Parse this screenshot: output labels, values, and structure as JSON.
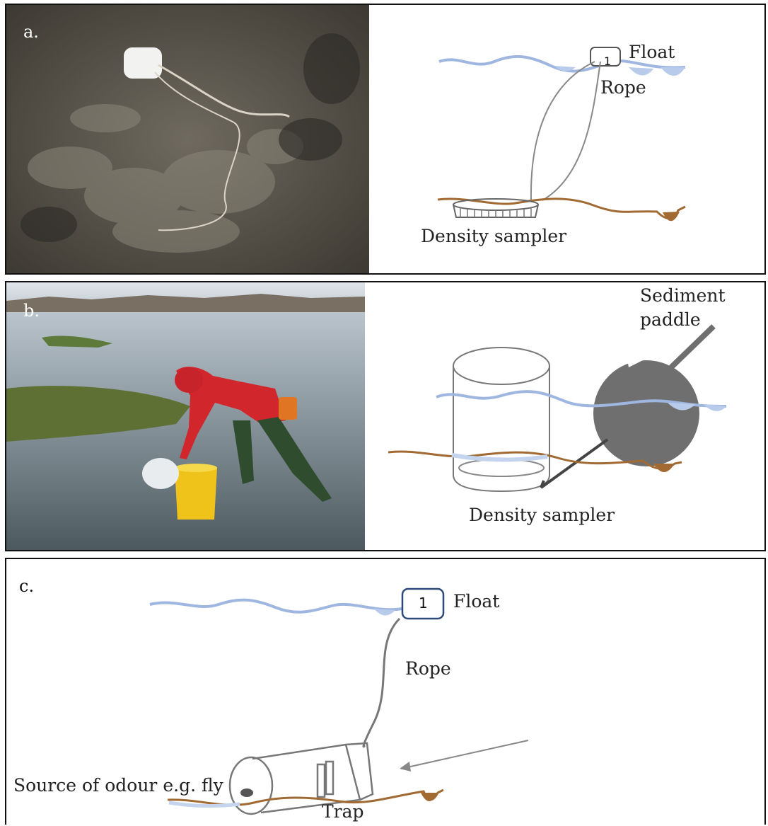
{
  "figure": {
    "panel_a": {
      "letter": "a.",
      "float_number": "1",
      "labels": {
        "float": "Float",
        "rope": "Rope",
        "density_sampler": "Density sampler"
      }
    },
    "panel_b": {
      "letter": "b.",
      "labels": {
        "sediment_paddle_line1": "Sediment",
        "sediment_paddle_line2": "paddle",
        "density_sampler": "Density sampler"
      }
    },
    "panel_c": {
      "letter": "c.",
      "float_number": "1",
      "labels": {
        "float": "Float",
        "rope": "Rope",
        "odour_source": "Source of odour e.g. fly",
        "trap": "Trap"
      }
    }
  },
  "colors": {
    "water": "#9fb7e0",
    "water_fill": "#c5d4ee",
    "sediment": "#a06a32",
    "gray_shape": "#6f6f6f"
  }
}
